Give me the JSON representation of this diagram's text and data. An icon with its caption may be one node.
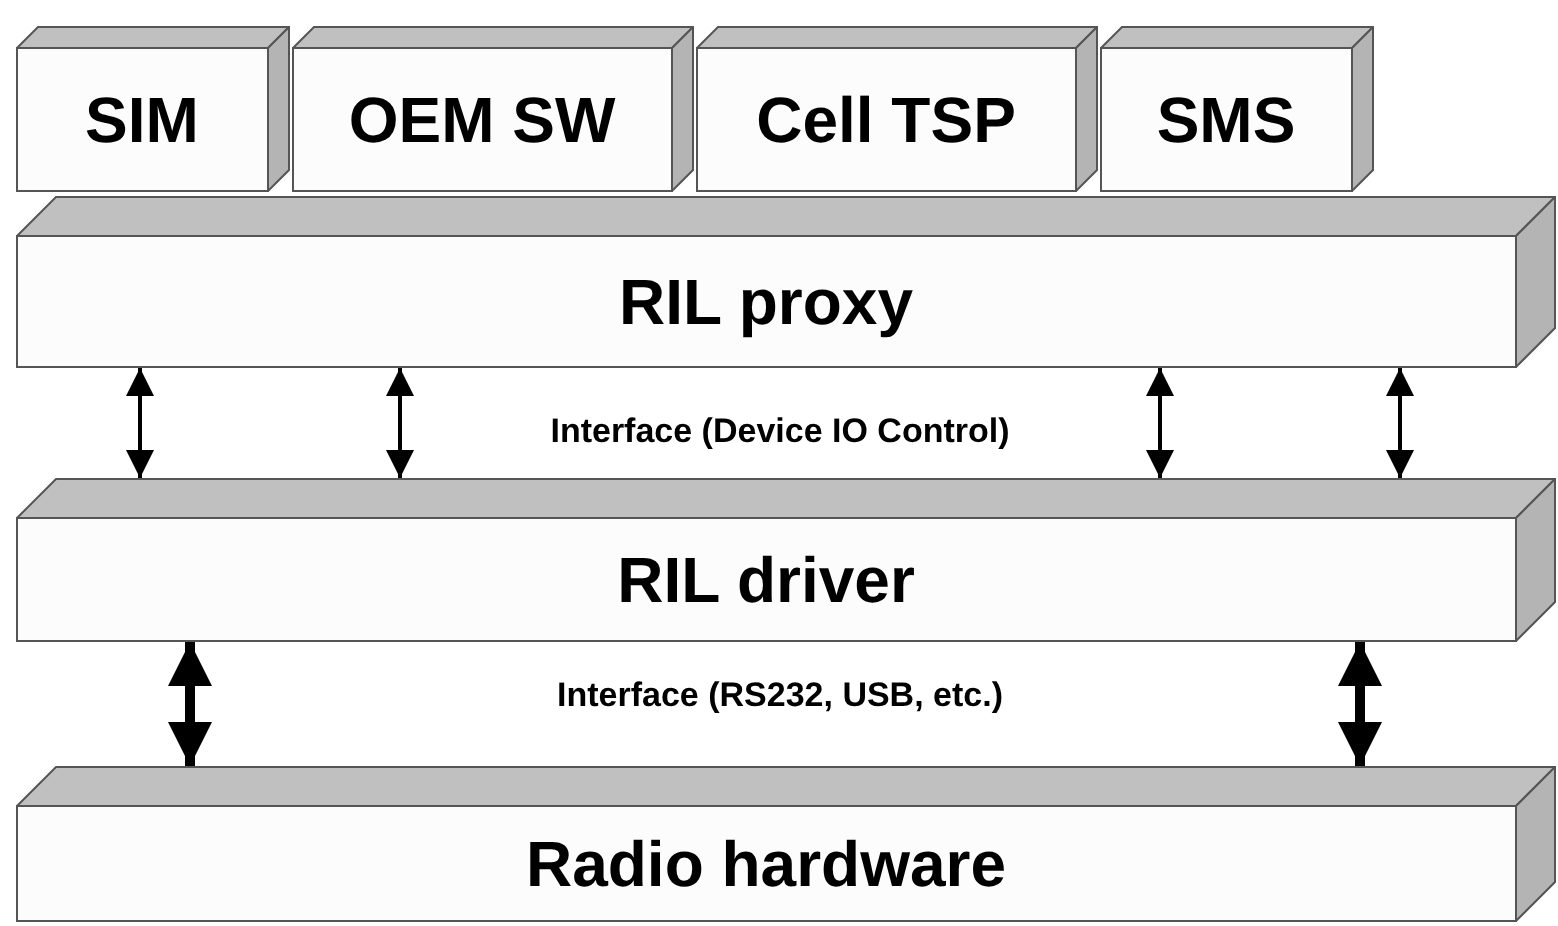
{
  "diagram": {
    "nodes": [
      {
        "text": [
          "SIM"
        ]
      },
      {
        "text": [
          "OEM SW"
        ]
      },
      {
        "text": [
          "Cell TSP"
        ]
      },
      {
        "text": [
          "SMS"
        ]
      },
      {
        "text": [
          "RIL proxy"
        ]
      },
      {
        "text": [
          "RIL driver"
        ]
      },
      {
        "text": [
          "Radio hardware"
        ]
      }
    ],
    "edges": [
      {
        "from": 4,
        "to": 5,
        "arrow": "both"
      },
      {
        "from": 4,
        "to": 5,
        "arrow": "both"
      },
      {
        "from": 4,
        "to": 5,
        "arrow": "both"
      },
      {
        "from": 4,
        "to": 5,
        "arrow": "both"
      },
      {
        "from": 5,
        "to": 6,
        "arrow": "both",
        "style": "thick"
      },
      {
        "from": 5,
        "to": 6,
        "arrow": "both",
        "style": "thick"
      }
    ],
    "labels": [
      "Interface (Device IO Control)",
      "Interface (RS232, USB, etc.)"
    ]
  }
}
